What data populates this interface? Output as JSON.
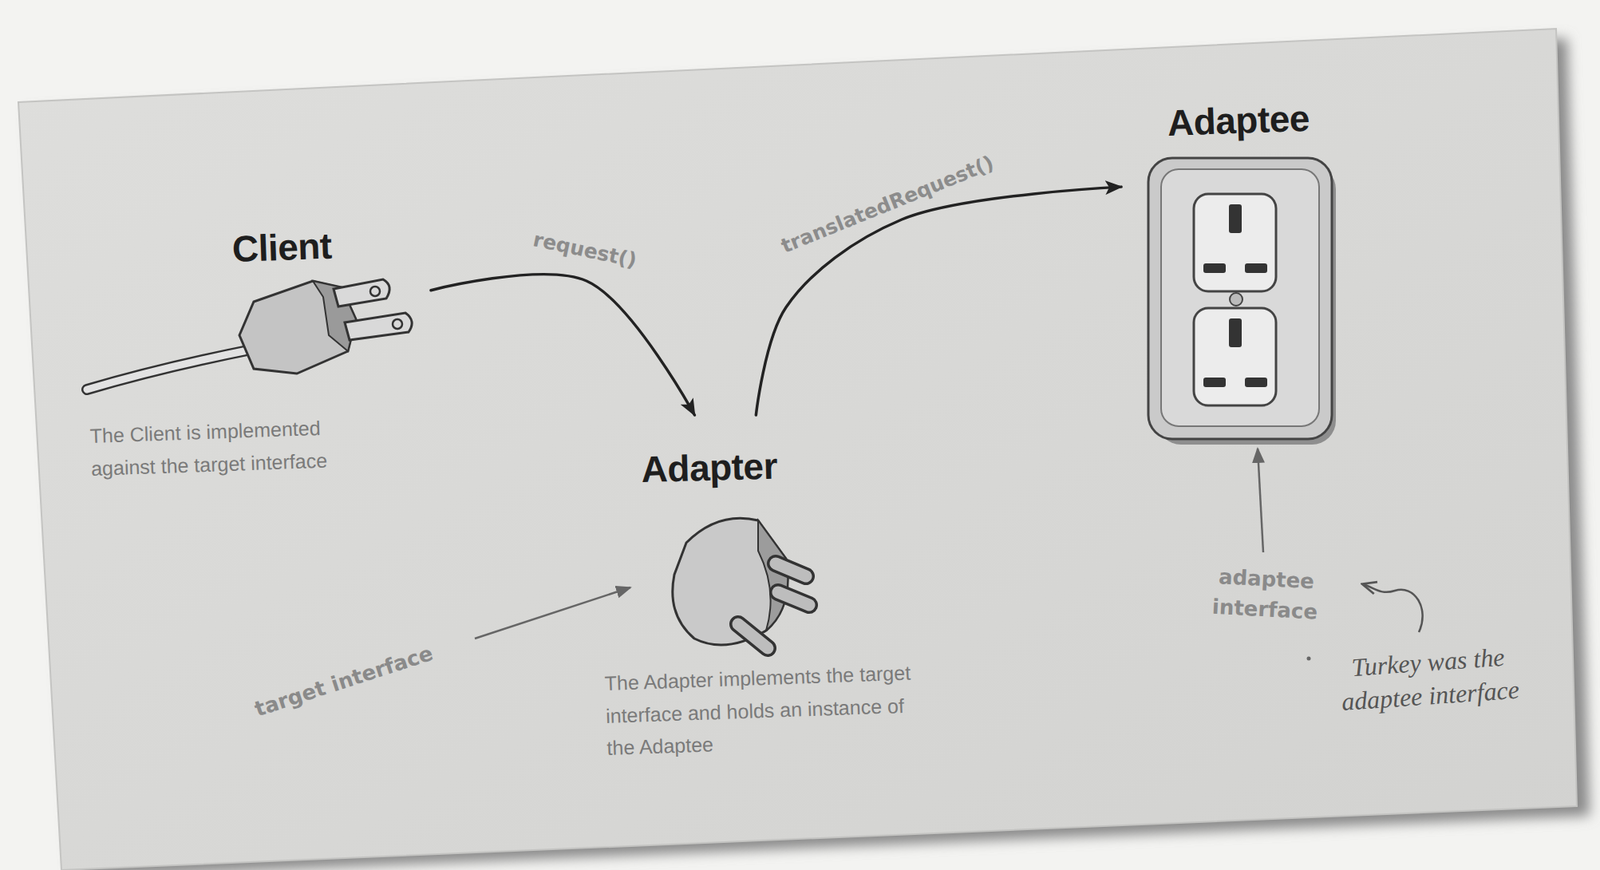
{
  "diagram": {
    "nodes": [
      {
        "text": [
          "Client",
          "The Client is implemented against the target interface"
        ]
      },
      {
        "text": [
          "Adapter",
          "The Adapter implements the target interface and holds an instance of the Adaptee"
        ]
      },
      {
        "text": [
          "Adaptee"
        ]
      }
    ],
    "edges": [
      {
        "from": 0,
        "to": 1,
        "label": "request()",
        "arrow": "to"
      },
      {
        "from": 1,
        "to": 2,
        "label": "translatedRequest()",
        "arrow": "to"
      }
    ],
    "labels": [
      "target interface",
      "adaptee interface",
      "Turkey was the adaptee interface"
    ]
  }
}
